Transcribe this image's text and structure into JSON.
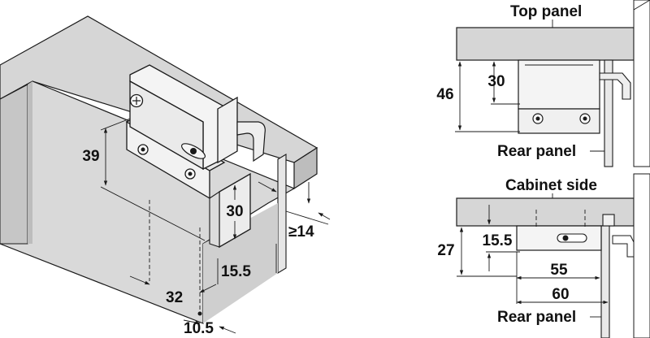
{
  "iso_view": {
    "dims": {
      "d39": "39",
      "d30": "30",
      "d14": "≥14",
      "d15_5": "15.5",
      "d32": "32",
      "d10_5": "10.5"
    }
  },
  "top_view": {
    "labels": {
      "top_panel": "Top panel",
      "rear_panel": "Rear panel"
    },
    "dims": {
      "d46": "46",
      "d30": "30"
    }
  },
  "side_view": {
    "labels": {
      "cabinet_side": "Cabinet side",
      "rear_panel": "Rear panel"
    },
    "dims": {
      "d27": "27",
      "d15_5": "15.5",
      "d55": "55",
      "d60": "60"
    }
  },
  "colors": {
    "panel": "#d6d6d6",
    "panel_dark": "#bdbdbd",
    "panel_side": "#c8c8c8",
    "ink": "#1a1a1a",
    "metal": "#f2f2f2"
  }
}
